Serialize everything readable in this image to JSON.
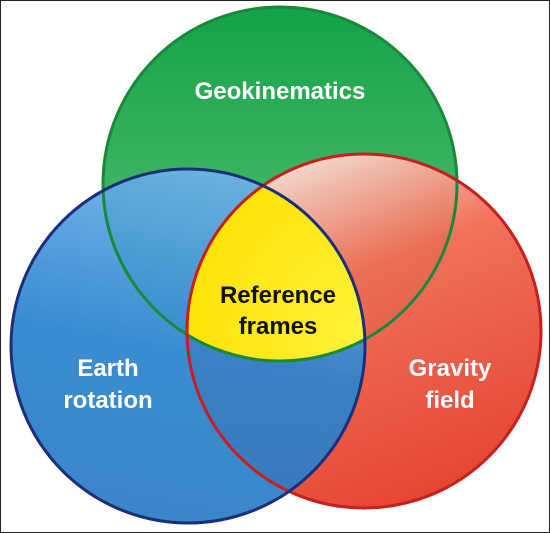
{
  "diagram": {
    "type": "venn",
    "sets": [
      {
        "id": "geokinematics",
        "label_lines": [
          "Geokinematics"
        ],
        "color": "#1fa44a",
        "stroke": "#168a3a"
      },
      {
        "id": "earth_rotation",
        "label_lines": [
          "Earth",
          "rotation"
        ],
        "color": "#2f86cf",
        "stroke": "#1a2f7a"
      },
      {
        "id": "gravity_field",
        "label_lines": [
          "Gravity",
          "field"
        ],
        "color": "#e8412c",
        "stroke": "#c81e1e"
      }
    ],
    "intersection": {
      "label_lines": [
        "Reference",
        "frames"
      ],
      "color": "#ffe81a",
      "text_color": "#111111"
    }
  }
}
